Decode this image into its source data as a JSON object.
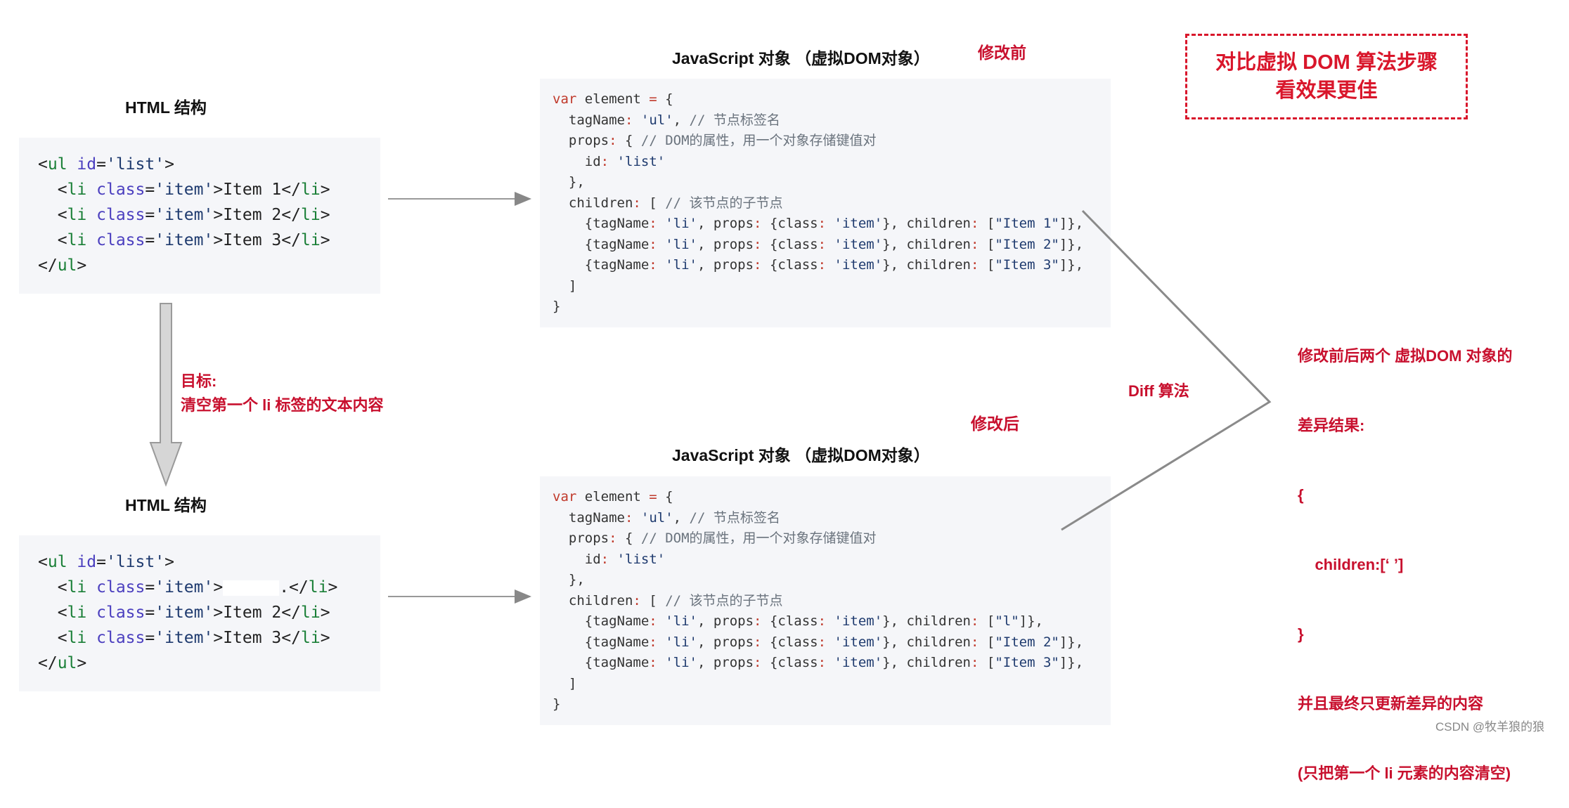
{
  "top": {
    "html_title": "HTML 结构",
    "js_title": "JavaScript 对象 （虚拟DOM对象）",
    "state_label": "修改前",
    "html_lines": [
      {
        "indent": "",
        "open": "<",
        "tag": "ul",
        "sp": " ",
        "attr": "id",
        "eq": "=",
        "val": "'list'",
        "close": ">",
        "text": "",
        "etag": ""
      },
      {
        "indent": "  ",
        "open": "<",
        "tag": "li",
        "sp": " ",
        "attr": "class",
        "eq": "=",
        "val": "'item'",
        "close": ">",
        "text": "Item 1",
        "etag": "li"
      },
      {
        "indent": "  ",
        "open": "<",
        "tag": "li",
        "sp": " ",
        "attr": "class",
        "eq": "=",
        "val": "'item'",
        "close": ">",
        "text": "Item 2",
        "etag": "li"
      },
      {
        "indent": "  ",
        "open": "<",
        "tag": "li",
        "sp": " ",
        "attr": "class",
        "eq": "=",
        "val": "'item'",
        "close": ">",
        "text": "Item 3",
        "etag": "li"
      }
    ],
    "html_last": "ul",
    "js_child_texts": [
      "\"Item 1\"",
      "\"Item 2\"",
      "\"Item 3\""
    ]
  },
  "bottom": {
    "html_title": "HTML 结构",
    "js_title": "JavaScript 对象 （虚拟DOM对象）",
    "state_label": "修改后",
    "html_lines": [
      {
        "indent": "",
        "open": "<",
        "tag": "ul",
        "sp": " ",
        "attr": "id",
        "eq": "=",
        "val": "'list'",
        "close": ">",
        "text": "",
        "etag": ""
      },
      {
        "indent": "  ",
        "open": "<",
        "tag": "li",
        "sp": " ",
        "attr": "class",
        "eq": "=",
        "val": "'item'",
        "close": ">",
        "text": ".",
        "etag": "li"
      },
      {
        "indent": "  ",
        "open": "<",
        "tag": "li",
        "sp": " ",
        "attr": "class",
        "eq": "=",
        "val": "'item'",
        "close": ">",
        "text": "Item 2",
        "etag": "li"
      },
      {
        "indent": "  ",
        "open": "<",
        "tag": "li",
        "sp": " ",
        "attr": "class",
        "eq": "=",
        "val": "'item'",
        "close": ">",
        "text": "Item 3",
        "etag": "li"
      }
    ],
    "html_last": "ul",
    "js_child_texts": [
      "\"l\"",
      "\"Item 2\"",
      "\"Item 3\""
    ]
  },
  "js_code": {
    "line1_kw": "var",
    "line1_rest": " element ",
    "line1_eq": "=",
    "line1_brace": " {",
    "tagName_key": "tagName",
    "tagName_val": "'ul'",
    "tagName_comment": "// 节点标签名",
    "props_key": "props",
    "props_comment": "// DOM的属性，用一个对象存储键值对",
    "id_key": "id",
    "id_val": "'list'",
    "close_props": "},",
    "children_key": "children",
    "children_comment": "// 该节点的子节点",
    "child_tagName": "tagName",
    "child_li": "'li'",
    "child_props": "props",
    "child_class": "class",
    "child_item": "'item'",
    "child_children": "children",
    "close_arr": "]",
    "close_obj": "}"
  },
  "goal": {
    "label": "目标:",
    "text": "清空第一个 li 标签的文本内容"
  },
  "diff_label": "Diff 算法",
  "tip_box": {
    "line1": "对比虚拟 DOM 算法步骤",
    "line2": "看效果更佳"
  },
  "result": {
    "lines": [
      "修改前后两个 虚拟DOM 对象的",
      "差异结果:",
      "{",
      "    children:[‘ ’]",
      "}",
      "并且最终只更新差异的内容",
      "(只把第一个 li 元素的内容清空)"
    ]
  },
  "watermark": "CSDN @牧羊狼的狼"
}
